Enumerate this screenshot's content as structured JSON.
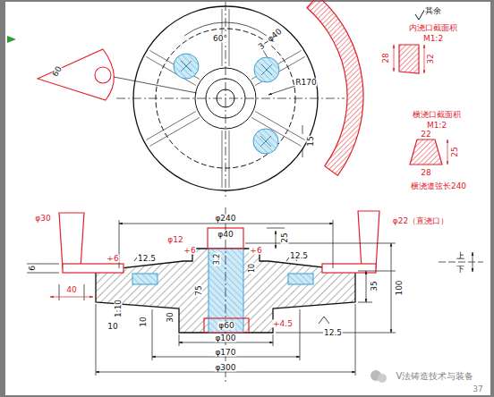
{
  "diagram": {
    "labels": [
      "其余",
      "内浇口截面积",
      "M1:2",
      "28",
      "32",
      "横浇口截面积",
      "M1:2",
      "22",
      "25",
      "28",
      "横浇道弦长240",
      "60°",
      "3~φ40",
      "R170",
      "15",
      "60",
      "φ240",
      "φ40",
      "φ12",
      "+6",
      "3.2",
      "+6",
      "25",
      "10",
      "12.5",
      "φ22（直浇口）",
      "φ30",
      "6",
      "+6",
      "40",
      "12.5",
      "上",
      "下",
      "35",
      "100",
      "1:10",
      "10",
      "75",
      "10",
      "30",
      "φ60",
      "+4.5",
      "12.5",
      "φ100",
      "φ170",
      "φ300",
      "V法铸造技术与装备",
      "37"
    ]
  }
}
